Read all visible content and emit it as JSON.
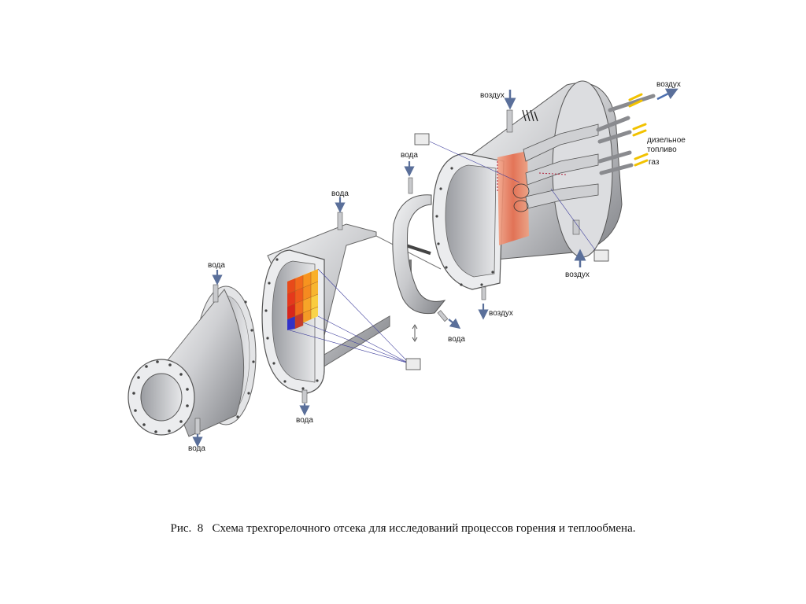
{
  "labels": {
    "water": "вода",
    "air": "воздух",
    "diesel_line1": "дизельное",
    "diesel_line2": "топливо",
    "gas": "газ"
  },
  "caption": {
    "prefix": "Рис.",
    "number": "8",
    "text": "Схема трехгорелочного отсека для исследований процессов горения и теплообмена."
  },
  "colors": {
    "water_arrow": "#5a6f9a",
    "fuel_arrow": "#f2c200",
    "air_out_arrow": "#4c6fb0",
    "metal_light": "#e9eaec",
    "metal_dark": "#8e9095"
  }
}
